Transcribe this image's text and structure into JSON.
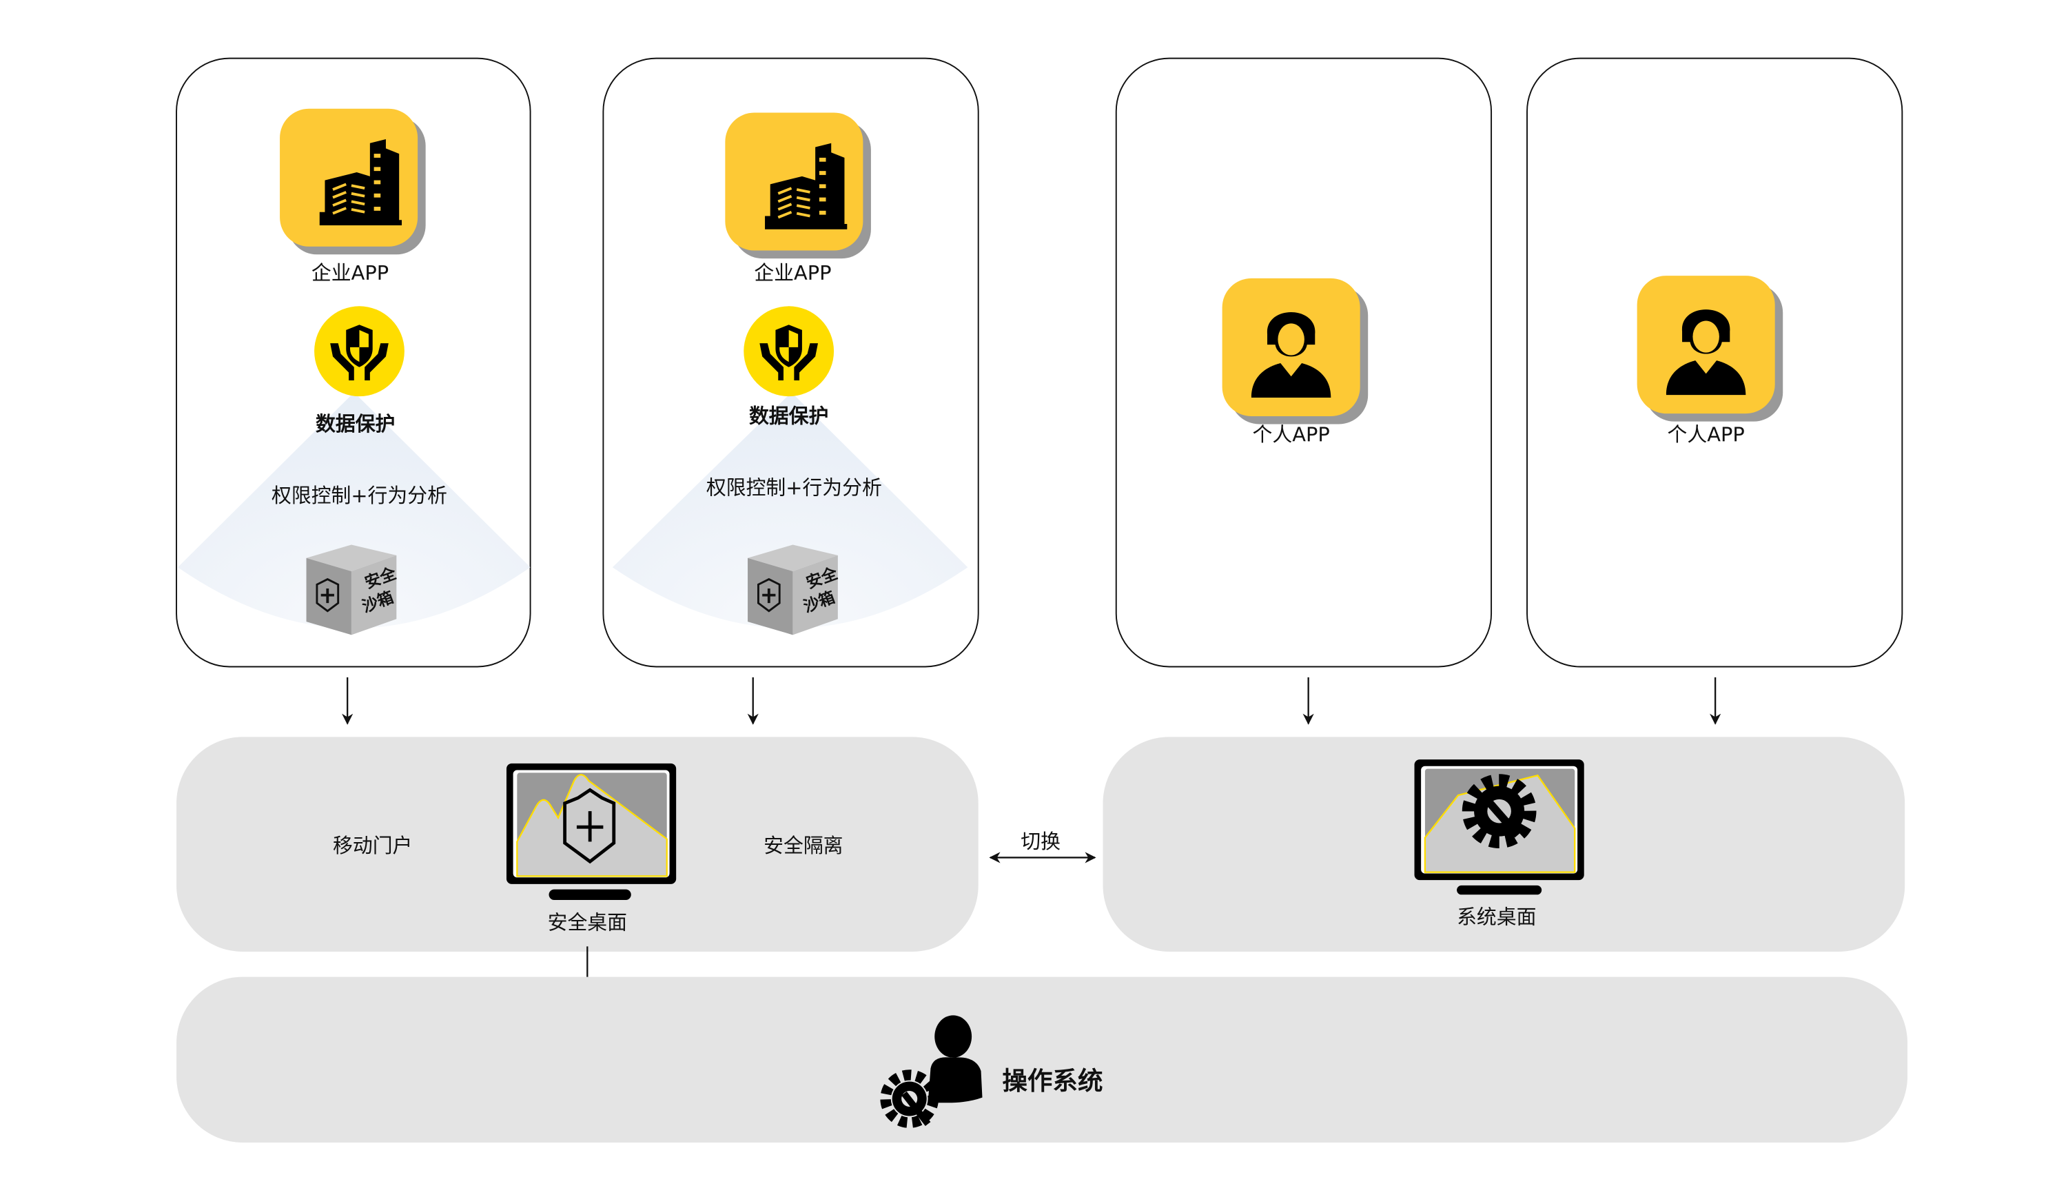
{
  "enterprise_cards": [
    {
      "app_label": "企业APP",
      "protection_label": "数据保护",
      "policy_label": "权限控制+行为分析",
      "sandbox_label_line1": "安全",
      "sandbox_label_line2": "沙箱"
    },
    {
      "app_label": "企业APP",
      "protection_label": "数据保护",
      "policy_label": "权限控制+行为分析",
      "sandbox_label_line1": "安全",
      "sandbox_label_line2": "沙箱"
    }
  ],
  "personal_cards": [
    {
      "app_label": "个人APP"
    },
    {
      "app_label": "个人APP"
    }
  ],
  "secure_desktop": {
    "left_label": "移动门户",
    "right_label": "安全隔离",
    "title": "安全桌面"
  },
  "switch_label": "切换",
  "system_desktop": {
    "title": "系统桌面"
  },
  "os": {
    "title": "操作系统"
  },
  "colors": {
    "accent_yellow": "#fdc935",
    "bright_yellow": "#ffdd00",
    "panel_grey": "#e4e4e4"
  }
}
